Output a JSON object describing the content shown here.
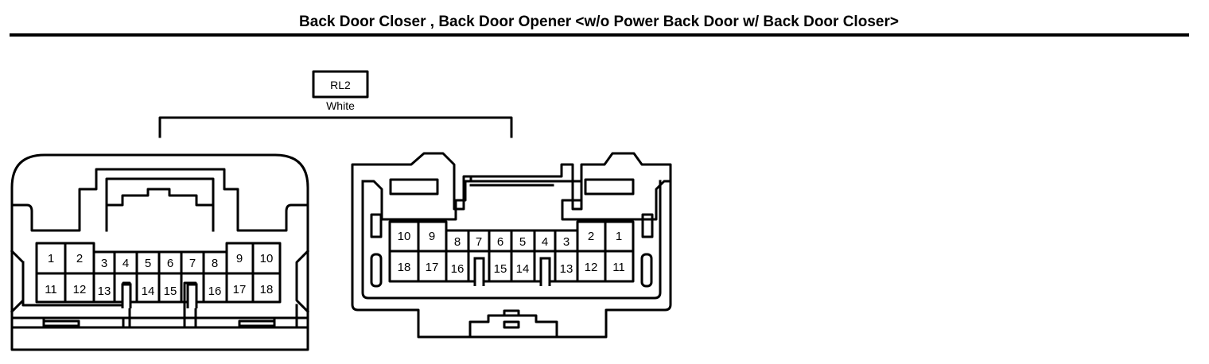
{
  "title": "Back Door Closer , Back Door Opener <w/o Power Back Door w/ Back Door Closer>",
  "connector": {
    "code": "RL2",
    "color": "White"
  },
  "left_view": {
    "top_row": [
      "1",
      "2",
      "3",
      "4",
      "5",
      "6",
      "7",
      "8",
      "9",
      "10"
    ],
    "bottom_row": [
      "11",
      "12",
      "13",
      "14",
      "15",
      "16",
      "17",
      "18"
    ]
  },
  "right_view": {
    "top_row": [
      "10",
      "9",
      "8",
      "7",
      "6",
      "5",
      "4",
      "3",
      "2",
      "1"
    ],
    "bottom_row": [
      "18",
      "17",
      "16",
      "15",
      "14",
      "13",
      "12",
      "11"
    ]
  }
}
